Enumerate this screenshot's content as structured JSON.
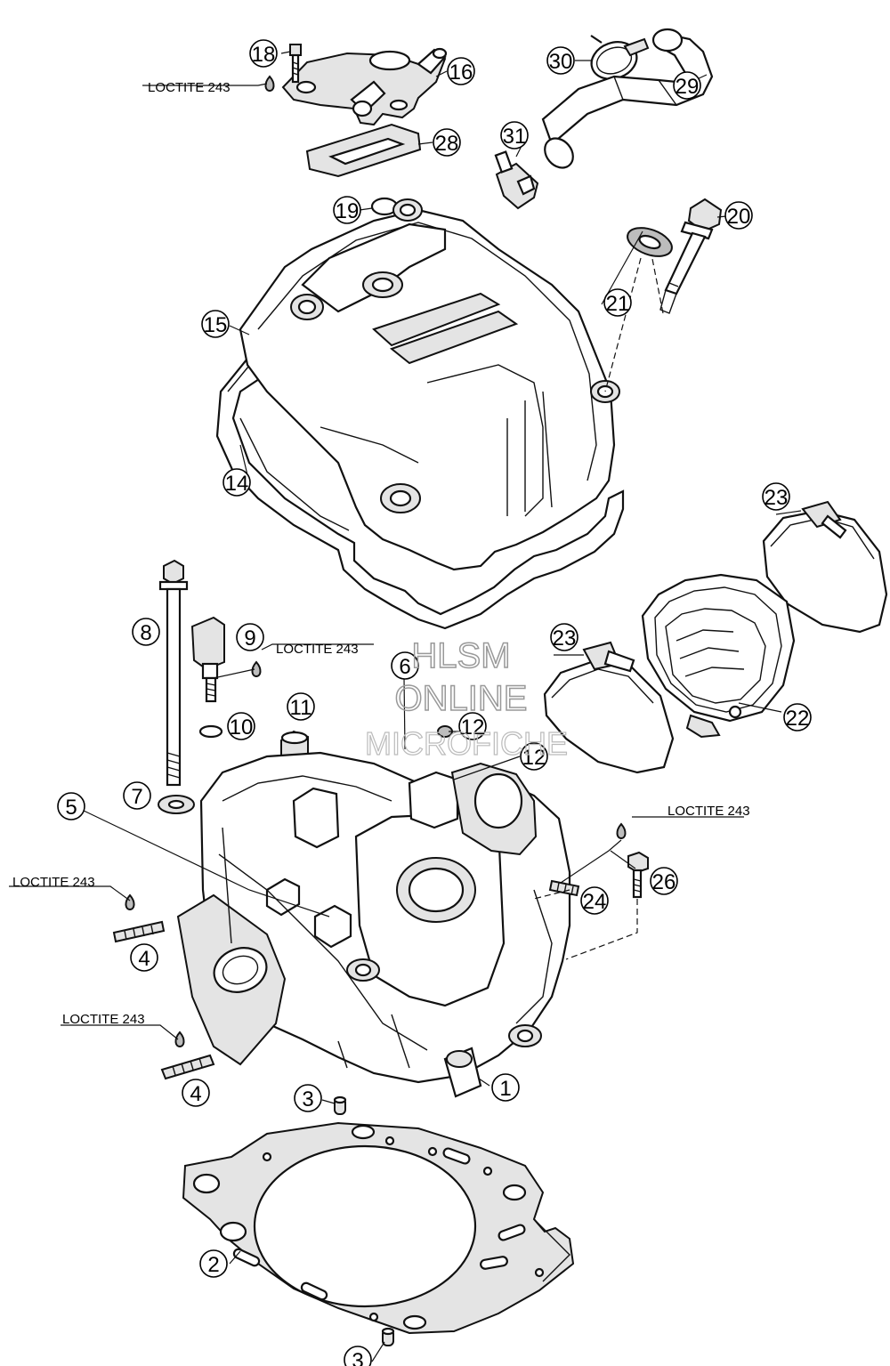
{
  "callouts": [
    {
      "id": "c1",
      "label": "1"
    },
    {
      "id": "c2",
      "label": "2"
    },
    {
      "id": "c3a",
      "label": "3"
    },
    {
      "id": "c3b",
      "label": "3"
    },
    {
      "id": "c4a",
      "label": "4"
    },
    {
      "id": "c4b",
      "label": "4"
    },
    {
      "id": "c5",
      "label": "5"
    },
    {
      "id": "c6",
      "label": "6"
    },
    {
      "id": "c7",
      "label": "7"
    },
    {
      "id": "c8",
      "label": "8"
    },
    {
      "id": "c9",
      "label": "9"
    },
    {
      "id": "c10",
      "label": "10"
    },
    {
      "id": "c11",
      "label": "11"
    },
    {
      "id": "c12a",
      "label": "12"
    },
    {
      "id": "c12b",
      "label": "12"
    },
    {
      "id": "c14",
      "label": "14"
    },
    {
      "id": "c15",
      "label": "15"
    },
    {
      "id": "c16",
      "label": "16"
    },
    {
      "id": "c18",
      "label": "18"
    },
    {
      "id": "c19",
      "label": "19"
    },
    {
      "id": "c20",
      "label": "20"
    },
    {
      "id": "c21",
      "label": "21"
    },
    {
      "id": "c22",
      "label": "22"
    },
    {
      "id": "c23a",
      "label": "23"
    },
    {
      "id": "c23b",
      "label": "23"
    },
    {
      "id": "c24",
      "label": "24"
    },
    {
      "id": "c26",
      "label": "26"
    },
    {
      "id": "c28",
      "label": "28"
    },
    {
      "id": "c29",
      "label": "29"
    },
    {
      "id": "c30",
      "label": "30"
    },
    {
      "id": "c31",
      "label": "31"
    }
  ],
  "loctite_labels": [
    {
      "id": "l1",
      "text": "LOCTITE 243"
    },
    {
      "id": "l2",
      "text": "LOCTITE 243"
    },
    {
      "id": "l3",
      "text": "LOCTITE 243"
    },
    {
      "id": "l4",
      "text": "LOCTITE 243"
    },
    {
      "id": "l5",
      "text": "LOCTITE 243"
    }
  ],
  "watermark": {
    "line1": "HLSM",
    "line2": "ONLINE",
    "line3": "MICROFICHE"
  }
}
